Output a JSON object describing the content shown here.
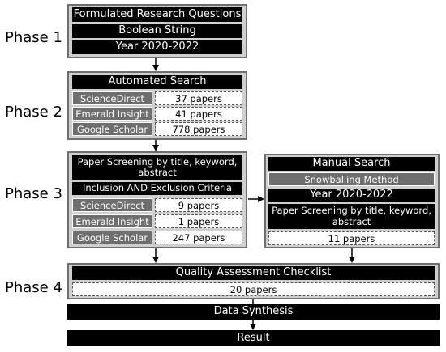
{
  "phases": [
    "Phase 1",
    "Phase 2",
    "Phase 3",
    "Phase 4"
  ],
  "phase1": {
    "items": [
      "Formulated Research Questions",
      "Boolean String",
      "Year 2020-2022"
    ]
  },
  "phase2": {
    "title": "Automated Search",
    "rows": [
      {
        "db": "ScienceDirect",
        "count": "37 papers"
      },
      {
        "db": "Emerald Insight",
        "count": "41 papers"
      },
      {
        "db": "Google Scholar",
        "count": "778 papers"
      }
    ]
  },
  "phase3": {
    "screening": "Paper Screening by title, keyword, abstract",
    "criteria": "Inclusion AND Exclusion Criteria",
    "rows": [
      {
        "db": "ScienceDirect",
        "count": "9 papers"
      },
      {
        "db": "Emerald Insight",
        "count": "1 papers"
      },
      {
        "db": "Google Scholar",
        "count": "247 papers"
      }
    ]
  },
  "manual": {
    "title": "Manual Search",
    "method": "Snowballing Method",
    "year": "Year 2020-2022",
    "screening": "Paper Screening by title, keyword, abstract",
    "count": "11 papers"
  },
  "phase4": {
    "title": "Quality Assessment Checklist",
    "count": "20 papers"
  },
  "synthesis": "Data Synthesis",
  "result": "Result"
}
